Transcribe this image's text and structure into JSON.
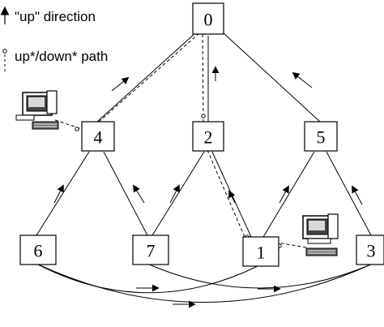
{
  "legend": {
    "up_label": "\"up\" direction",
    "path_label": "up*/down* path"
  },
  "nodes": [
    {
      "id": "0",
      "label": "0"
    },
    {
      "id": "4",
      "label": "4"
    },
    {
      "id": "2",
      "label": "2"
    },
    {
      "id": "5",
      "label": "5"
    },
    {
      "id": "6",
      "label": "6"
    },
    {
      "id": "7",
      "label": "7"
    },
    {
      "id": "1",
      "label": "1"
    },
    {
      "id": "3",
      "label": "3"
    }
  ],
  "icons": [
    "computer-icon",
    "computer-icon"
  ],
  "colors": {
    "ink": "#000000",
    "background": "#ffffff"
  }
}
